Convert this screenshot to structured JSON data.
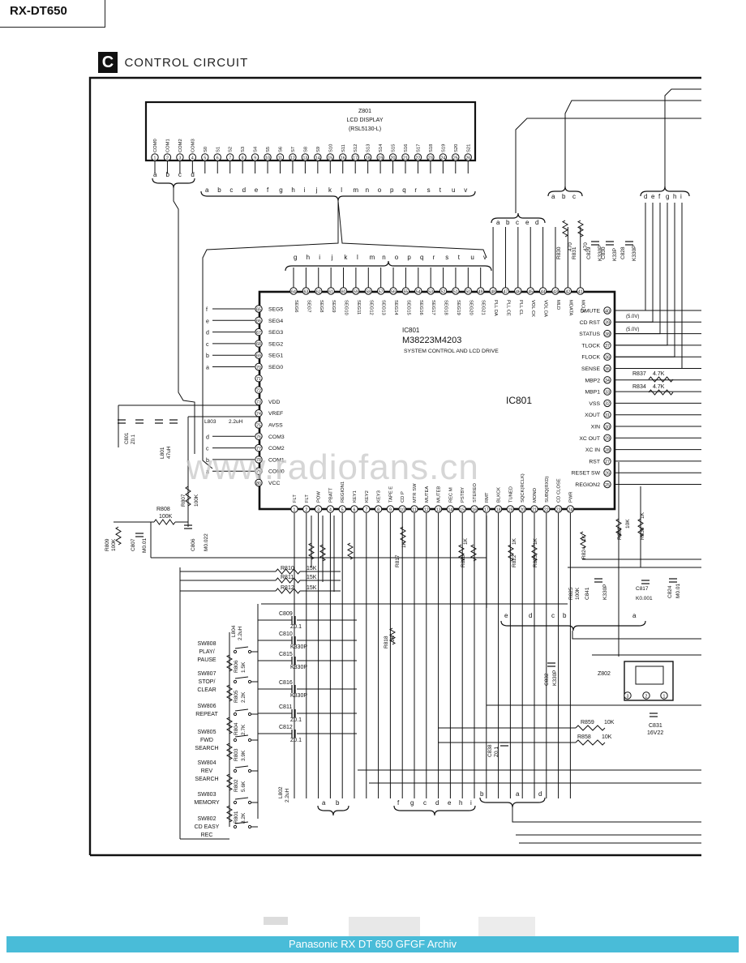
{
  "header": {
    "model": "RX-DT650"
  },
  "section": {
    "letter": "C",
    "title": "CONTROL CIRCUIT"
  },
  "lcd": {
    "ref": "Z801",
    "name": "LCD DISPLAY",
    "part": "(RSL5130-L)",
    "pin_names": [
      "COM0",
      "COM1",
      "COM2",
      "COM3",
      "S0",
      "S1",
      "S2",
      "S3",
      "S4",
      "S5",
      "S6",
      "S7",
      "S8",
      "S9",
      "S10",
      "S11",
      "S12",
      "S13",
      "S14",
      "S15",
      "S16",
      "S17",
      "S18",
      "S19",
      "S20",
      "S21"
    ],
    "pin_numbers": [
      "1",
      "2",
      "3",
      "4",
      "5",
      "6",
      "7",
      "8",
      "9",
      "10",
      "11",
      "12",
      "13",
      "14",
      "15",
      "16",
      "17",
      "18",
      "19",
      "20",
      "21",
      "22",
      "23",
      "24",
      "25",
      "26"
    ],
    "com_bus_letters": [
      "a",
      "b",
      "c",
      "d"
    ],
    "seg_bus_letters": [
      "a",
      "b",
      "c",
      "d",
      "e",
      "f",
      "g",
      "h",
      "i",
      "j",
      "k",
      "l",
      "m",
      "n",
      "o",
      "p",
      "q",
      "r",
      "s",
      "t",
      "u",
      "v"
    ]
  },
  "ic": {
    "ref": "IC801",
    "ref_large": "IC801",
    "part": "M38223M4203",
    "desc": "SYSTEM CONTROL AND LCD DRIVE",
    "top_bus_letters": [
      "g",
      "h",
      "i",
      "j",
      "k",
      "l",
      "m",
      "n",
      "o",
      "p",
      "q",
      "r",
      "s",
      "t",
      "u",
      "v"
    ],
    "top_pins": [
      {
        "n": "64",
        "name": "SEG6"
      },
      {
        "n": "63",
        "name": "SEG7"
      },
      {
        "n": "62",
        "name": "SEG8"
      },
      {
        "n": "61",
        "name": "SEG9"
      },
      {
        "n": "60",
        "name": "SEG10"
      },
      {
        "n": "59",
        "name": "SEG11"
      },
      {
        "n": "58",
        "name": "SEG12"
      },
      {
        "n": "57",
        "name": "SEG13"
      },
      {
        "n": "56",
        "name": "SEG14"
      },
      {
        "n": "55",
        "name": "SEG15"
      },
      {
        "n": "54",
        "name": "SEG16"
      },
      {
        "n": "53",
        "name": "SEG17"
      },
      {
        "n": "52",
        "name": "SEG18"
      },
      {
        "n": "51",
        "name": "SEG19"
      },
      {
        "n": "50",
        "name": "SEG20"
      },
      {
        "n": "49",
        "name": "SEG21"
      },
      {
        "n": "48",
        "name": "PLL DA"
      },
      {
        "n": "47",
        "name": "PLL CE"
      },
      {
        "n": "46",
        "name": "PLL CL"
      },
      {
        "n": "45",
        "name": "VOL CK"
      },
      {
        "n": "44",
        "name": "VOL DA"
      },
      {
        "n": "43",
        "name": "MLD"
      },
      {
        "n": "42",
        "name": "MDATA"
      },
      {
        "n": "41",
        "name": "MCLK"
      }
    ],
    "left_pins": [
      {
        "n": "65",
        "name": "SEG5",
        "bus": "f"
      },
      {
        "n": "66",
        "name": "SEG4",
        "bus": "e"
      },
      {
        "n": "67",
        "name": "SEG3",
        "bus": "d"
      },
      {
        "n": "68",
        "name": "SEG2",
        "bus": "c"
      },
      {
        "n": "69",
        "name": "SEG1",
        "bus": "b"
      },
      {
        "n": "70",
        "name": "SEG0",
        "bus": "a"
      },
      {
        "n": "71",
        "name": "",
        "bus": ""
      },
      {
        "n": "72",
        "name": "",
        "bus": ""
      },
      {
        "n": "73",
        "name": "VDD",
        "bus": ""
      },
      {
        "n": "74",
        "name": "VREF",
        "bus": ""
      },
      {
        "n": "75",
        "name": "AVSS",
        "bus": ""
      },
      {
        "n": "76",
        "name": "COM3",
        "bus": "d"
      },
      {
        "n": "77",
        "name": "COM2",
        "bus": "c"
      },
      {
        "n": "78",
        "name": "COM1",
        "bus": "b"
      },
      {
        "n": "79",
        "name": "COM0",
        "bus": "a"
      },
      {
        "n": "80",
        "name": "VCC",
        "bus": ""
      }
    ],
    "right_pins": [
      {
        "n": "40",
        "name": "DMUTE"
      },
      {
        "n": "39",
        "name": "CD RST"
      },
      {
        "n": "38",
        "name": "STATUS"
      },
      {
        "n": "37",
        "name": "TLOCK"
      },
      {
        "n": "36",
        "name": "FLOCK"
      },
      {
        "n": "35",
        "name": "SENSE"
      },
      {
        "n": "34",
        "name": "MBP2"
      },
      {
        "n": "33",
        "name": "MBP1"
      },
      {
        "n": "32",
        "name": "VSS"
      },
      {
        "n": "31",
        "name": "XOUT"
      },
      {
        "n": "30",
        "name": "XIN"
      },
      {
        "n": "29",
        "name": "XC OUT"
      },
      {
        "n": "28",
        "name": "XC IN"
      },
      {
        "n": "27",
        "name": "RST"
      },
      {
        "n": "26",
        "name": "RESET SW"
      },
      {
        "n": "25",
        "name": "REGION2"
      }
    ],
    "bottom_pins": [
      {
        "n": "1",
        "name": "FLT"
      },
      {
        "n": "2",
        "name": "FLT"
      },
      {
        "n": "3",
        "name": "POW"
      },
      {
        "n": "4",
        "name": "PBATT"
      },
      {
        "n": "5",
        "name": "REGION1"
      },
      {
        "n": "6",
        "name": "KEY1"
      },
      {
        "n": "7",
        "name": "KEY2"
      },
      {
        "n": "8",
        "name": "KEY3"
      },
      {
        "n": "9",
        "name": "TAPE E"
      },
      {
        "n": "10",
        "name": "CD P"
      },
      {
        "n": "11",
        "name": "MTR SW"
      },
      {
        "n": "12",
        "name": "MUTEA"
      },
      {
        "n": "13",
        "name": "MUTEB"
      },
      {
        "n": "14",
        "name": "REC M"
      },
      {
        "n": "15",
        "name": "PSTBY"
      },
      {
        "n": "16",
        "name": "STEREO"
      },
      {
        "n": "17",
        "name": "RMT"
      },
      {
        "n": "18",
        "name": "BLKCK"
      },
      {
        "n": "19",
        "name": "TUNED"
      },
      {
        "n": "20",
        "name": "SQCK(RCLK)"
      },
      {
        "n": "21",
        "name": "MONO"
      },
      {
        "n": "22",
        "name": "SUBQ(RXD)"
      },
      {
        "n": "23",
        "name": "CD CLOSE"
      },
      {
        "n": "24",
        "name": "PWR"
      }
    ]
  },
  "right_annot": {
    "dmute": "(5.0V)",
    "cdrst": "(5.0V)",
    "r837": "R837",
    "r837v": "4.7K",
    "r834": "R834",
    "r834v": "4.7K"
  },
  "bus_groups": {
    "top_mid": [
      "a",
      "b",
      "c",
      "e",
      "d"
    ],
    "top_right1": [
      "a",
      "b",
      "c"
    ],
    "top_right2": [
      "d",
      "e",
      "f",
      "g",
      "h",
      "i"
    ],
    "bottom_right": [
      "e",
      "d",
      "c",
      "b",
      "a"
    ],
    "bottom_left": [
      "a",
      "b"
    ],
    "bottom_mid": [
      "f",
      "g",
      "c",
      "d",
      "e",
      "h",
      "i"
    ],
    "bottom_mid2": [
      "b",
      "a",
      "d"
    ]
  },
  "components": {
    "r808": {
      "ref": "R808",
      "val": "100K"
    },
    "l801": {
      "ref": "L801",
      "val": "47uH"
    },
    "l803": {
      "ref": "L803",
      "val": "2.2uH"
    },
    "r807": {
      "ref": "R807",
      "val": "100K"
    },
    "c806": {
      "ref": "C806",
      "val": "M0.022"
    },
    "c807": {
      "ref": "C807",
      "val": "M0.01"
    },
    "r809": {
      "ref": "R809",
      "val": "100K"
    },
    "c801": {
      "ref": "C801",
      "val": "Z0.1"
    },
    "r810": {
      "ref": "R810",
      "val": "15K"
    },
    "r811": {
      "ref": "R811",
      "val": "15K"
    },
    "r812": {
      "ref": "R812",
      "val": "15K"
    },
    "c809": {
      "ref": "C809",
      "val": "Z0.1"
    },
    "c810": {
      "ref": "C810",
      "val": "K330P"
    },
    "c815": {
      "ref": "C815",
      "val": "K330P"
    },
    "c816": {
      "ref": "C816",
      "val": "K330P"
    },
    "c811": {
      "ref": "C811",
      "val": "Z0.1"
    },
    "c812": {
      "ref": "C812",
      "val": "Z0.1"
    },
    "r818": {
      "ref": "R818",
      "val": "1K"
    },
    "r817": {
      "ref": "R817",
      "val": "1K"
    },
    "r820": {
      "ref": "R820",
      "val": "1K"
    },
    "r822": {
      "ref": "R822",
      "val": "1K"
    },
    "r823": {
      "ref": "R823",
      "val": "1K"
    },
    "r824": {
      "ref": "R824",
      "val": "1K"
    },
    "r825": {
      "ref": "R825",
      "val": "100K"
    },
    "c841": {
      "ref": "C841",
      "val": "K330P"
    },
    "c817": {
      "ref": "C817",
      "val": "K0.001"
    },
    "c824": {
      "ref": "C824",
      "val": "M0.01"
    },
    "r882": {
      "ref": "R882",
      "val": "10K"
    },
    "r835": {
      "ref": "R835",
      "val": "1K"
    },
    "c832": {
      "ref": "C832",
      "val": "K330P"
    },
    "c838": {
      "ref": "C838",
      "val": "Z0.1"
    },
    "z802": {
      "ref": "Z802"
    },
    "r859": {
      "ref": "R859",
      "val": "10K"
    },
    "r858": {
      "ref": "R858",
      "val": "10K"
    },
    "c831": {
      "ref": "C831",
      "val": "16V22"
    },
    "l804": {
      "ref": "L804",
      "val": "2.2uH"
    },
    "l802": {
      "ref": "L802",
      "val": "2.2uH"
    },
    "c829": {
      "ref": "C829",
      "val": "K330P"
    },
    "c830": {
      "ref": "C830",
      "val": "K33P"
    },
    "c828": {
      "ref": "C828",
      "val": "K330P"
    },
    "r830": {
      "ref": "R830",
      "val": "470"
    },
    "r831": {
      "ref": "R831",
      "val": "470"
    }
  },
  "switches": [
    {
      "ref": "SW808",
      "label1": "PLAY/",
      "label2": "PAUSE",
      "r": "R806",
      "rv": "1.5K"
    },
    {
      "ref": "SW807",
      "label1": "STOP/",
      "label2": "CLEAR",
      "r": "R805",
      "rv": "2.2K"
    },
    {
      "ref": "SW806",
      "label1": "REPEAT",
      "label2": "",
      "r": "R804",
      "rv": "2.7K"
    },
    {
      "ref": "SW805",
      "label1": "FWD",
      "label2": "SEARCH",
      "r": "R803",
      "rv": "3.9K"
    },
    {
      "ref": "SW804",
      "label1": "REV",
      "label2": "SEARCH",
      "r": "R802",
      "rv": "5.6K"
    },
    {
      "ref": "SW803",
      "label1": "MEMORY",
      "label2": "",
      "r": "R801",
      "rv": "8.2K"
    },
    {
      "ref": "SW802",
      "label1": "CD EASY",
      "label2": "REC",
      "r": "",
      "rv": ""
    }
  ],
  "watermark": "www.radiofans.cn",
  "footer": "Panasonic RX DT 650 GFGF Archiv"
}
